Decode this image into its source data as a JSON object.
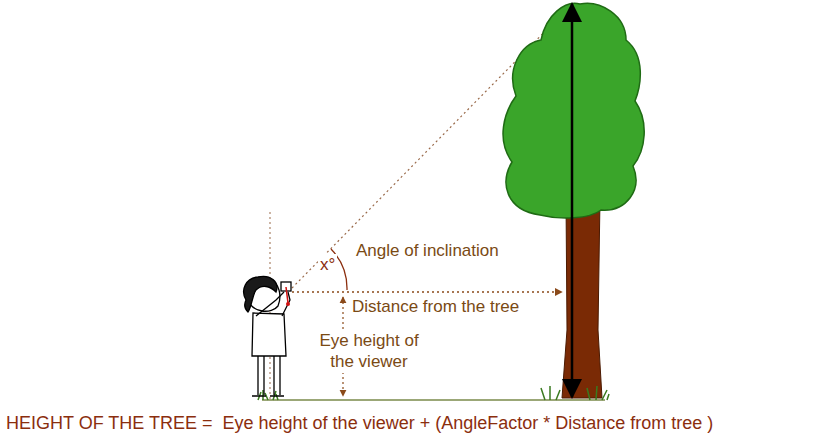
{
  "diagram": {
    "labels": [
      "x°",
      "Angle of inclination",
      "Distance from the tree",
      "Eye height of the viewer",
      "HEIGHT OF THE TREE =  Eye height of the viewer + (AngleFactor * Distance from tree )"
    ]
  }
}
